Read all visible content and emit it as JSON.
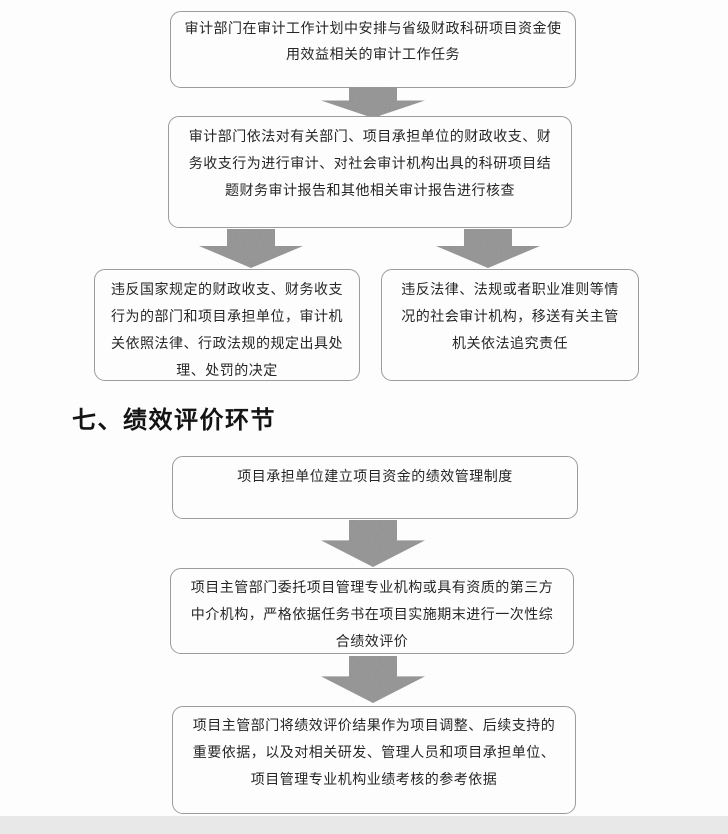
{
  "heading": {
    "text": "七、绩效评价环节"
  },
  "audit_flow": {
    "box_plan": "审计部门在审计工作计划中安排与省级财政科研项目资金使用效益相关的审计工作任务",
    "box_audit": "审计部门依法对有关部门、项目承担单位的财政收支、财务收支行为进行审计、对社会审计机构出具的科研项目结题财务审计报告和其他相关审计报告进行核查",
    "box_penalty": "违反国家规定的财政收支、财务收支行为的部门和项目承担单位，审计机关依照法律、行政法规的规定出具处理、处罚的决定",
    "box_referral": "违反法律、法规或者职业准则等情况的社会审计机构，移送有关主管机关依法追究责任"
  },
  "performance_flow": {
    "box_system": "项目承担单位建立项目资金的绩效管理制度",
    "box_evaluation": "项目主管部门委托项目管理专业机构或具有资质的第三方中介机构，严格依据任务书在项目实施期末进行一次性综合绩效评价",
    "box_results": "项目主管部门将绩效评价结果作为项目调整、后续支持的重要依据，以及对相关研发、管理人员和项目承担单位、项目管理专业机构业绩考核的参考依据"
  },
  "colors": {
    "box_border": "#9b9b9b",
    "arrow_fill": "#9e9e9e",
    "text": "#262626",
    "heading_text": "#141414",
    "page_background": "#fdfdfd",
    "bottom_bar": "#e8e8e8"
  }
}
